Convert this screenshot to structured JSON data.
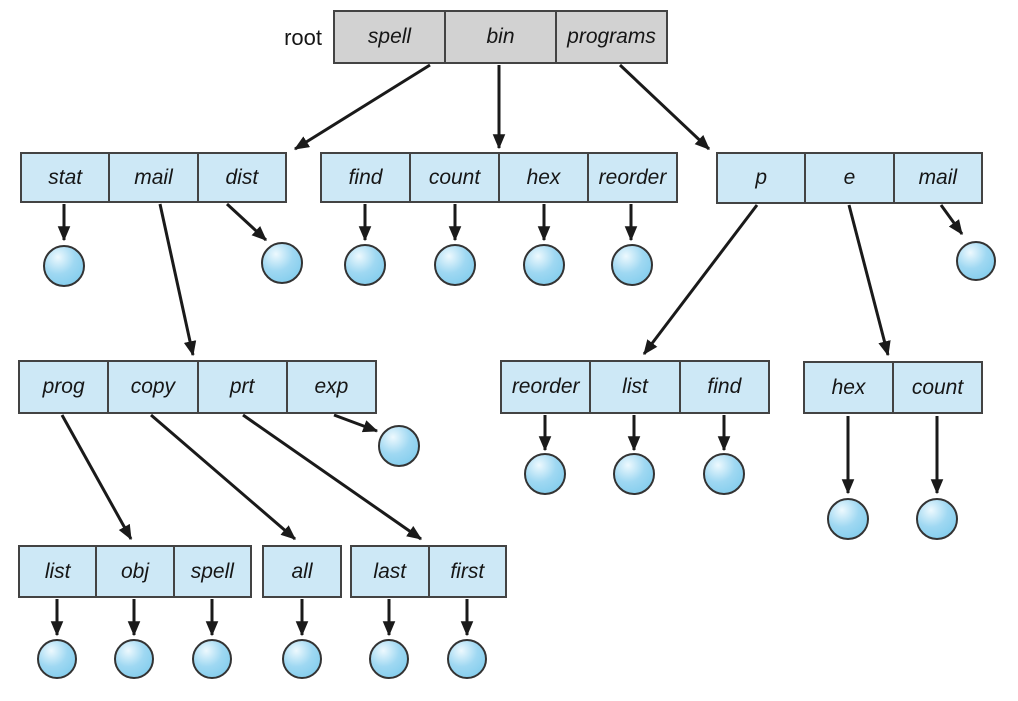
{
  "root_label": "root",
  "boxes": {
    "root": {
      "cells": [
        "spell",
        "bin",
        "programs"
      ]
    },
    "spell_dir": {
      "cells": [
        "stat",
        "mail",
        "dist"
      ]
    },
    "bin_dir": {
      "cells": [
        "find",
        "count",
        "hex",
        "reorder"
      ]
    },
    "programs_dir": {
      "cells": [
        "p",
        "e",
        "mail"
      ]
    },
    "mail_dir": {
      "cells": [
        "prog",
        "copy",
        "prt",
        "exp"
      ]
    },
    "p_dir": {
      "cells": [
        "reorder",
        "list",
        "find"
      ]
    },
    "e_dir": {
      "cells": [
        "hex",
        "count"
      ]
    },
    "prog_dir": {
      "cells": [
        "list",
        "obj",
        "spell"
      ]
    },
    "copy_dir": {
      "cells": [
        "all"
      ]
    },
    "prt_dir": {
      "cells": [
        "last",
        "first"
      ]
    }
  },
  "colors": {
    "root_box_fill": "#d2d2d2",
    "directory_box_fill": "#cde8f6",
    "box_border": "#434343",
    "arrow": "#1a1a1a",
    "file_fill": "#9fd8f2",
    "file_highlight": "#edf9fe",
    "file_edge": "#7ecbec",
    "file_border": "#333333"
  }
}
